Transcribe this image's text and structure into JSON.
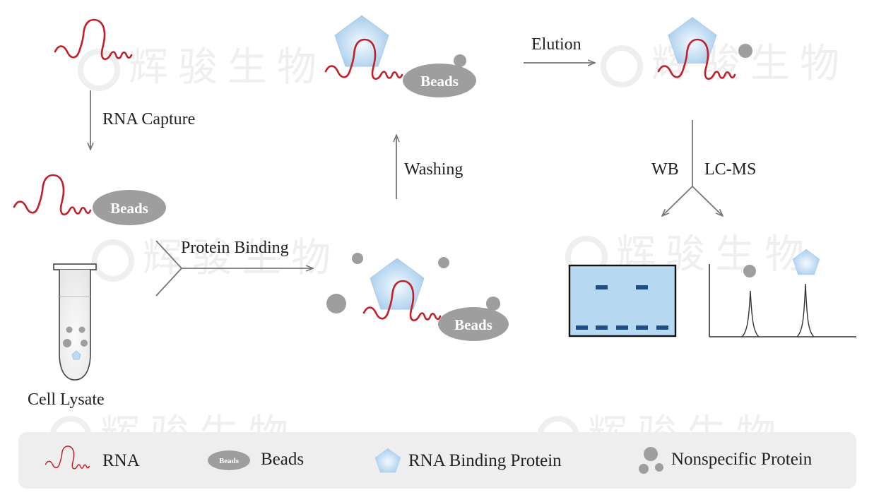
{
  "watermark": "辉骏生物",
  "steps": {
    "rna_capture": "RNA Capture",
    "protein_binding": "Protein Binding",
    "washing": "Washing",
    "elution": "Elution",
    "wb": "WB",
    "lcms": "LC-MS",
    "cell_lysate": "Cell Lysate"
  },
  "beads_label": "Beads",
  "legend": {
    "rna": "RNA",
    "beads": "Beads",
    "rbp": "RNA Binding Protein",
    "nonspecific": "Nonspecific Protein"
  },
  "colors": {
    "rna": "#c0202a",
    "beads": "#9e9e9e",
    "rbp_fill": "#b8d8f2",
    "gel": "#b7d8f1",
    "band": "#1f4d86",
    "arrow": "#777777"
  }
}
